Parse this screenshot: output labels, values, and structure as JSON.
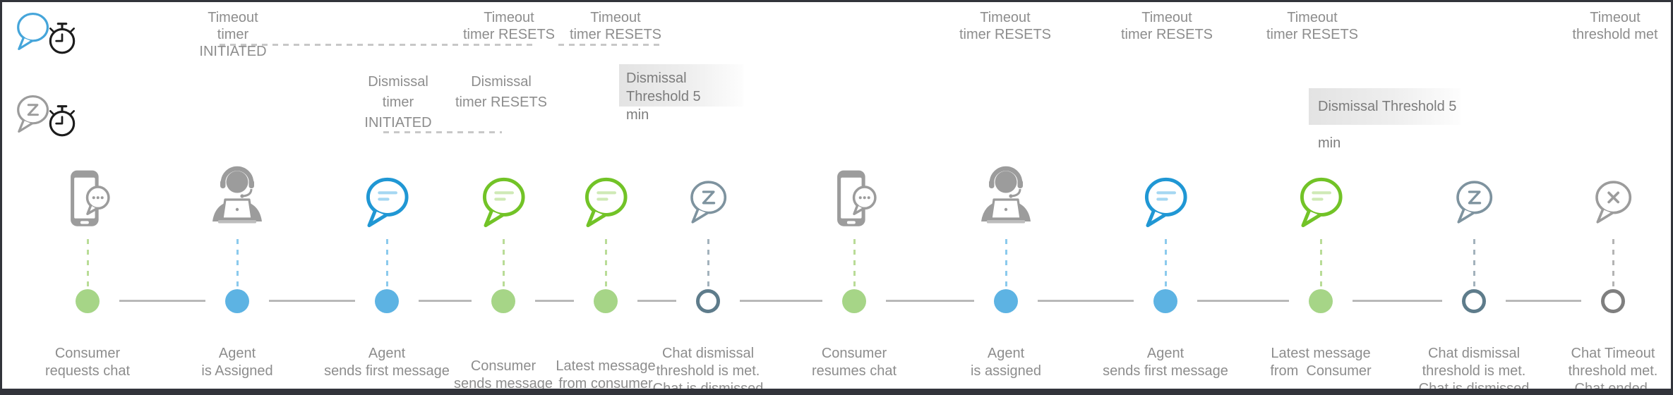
{
  "legend": {
    "timeout_timer_icon": "chat-bubble-with-stopwatch",
    "dismissal_timer_icon": "snooze-bubble-with-stopwatch"
  },
  "timeout_row": {
    "labels": [
      "Timeout\ntimer\nINITIATED",
      "Timeout\ntimer RESETS",
      "Timeout\ntimer RESETS",
      "Timeout\ntimer RESETS",
      "Timeout\ntimer RESETS",
      "Timeout\ntimer RESETS",
      "Timeout\nthreshold met"
    ]
  },
  "dismissal_row": {
    "labels": [
      "Dismissal\ntimer\nINITIATED",
      "Dismissal\ntimer RESETS"
    ],
    "threshold_boxes": [
      "Dismissal Threshold 5\nmin",
      "Dismissal Threshold 5 min"
    ]
  },
  "steps": [
    {
      "label": "Consumer\nrequests chat",
      "icon": "phone-chat-icon",
      "marker": "green-solid"
    },
    {
      "label": "Agent\nis Assigned",
      "icon": "agent-headset-icon",
      "marker": "blue-solid"
    },
    {
      "label": "Agent\nsends first message",
      "icon": "blue-chat-bubble-icon",
      "marker": "blue-solid"
    },
    {
      "label": "Consumer\nsends message",
      "icon": "green-chat-bubble-icon",
      "marker": "green-solid"
    },
    {
      "label": "Latest message\nfrom consumer",
      "icon": "green-chat-bubble-icon",
      "marker": "green-solid"
    },
    {
      "label": "Chat dismissal\nthreshold is met.\nChat is dismissed",
      "icon": "snooze-bubble-icon",
      "marker": "slate-hollow"
    },
    {
      "label": "Consumer\nresumes chat",
      "icon": "phone-chat-icon",
      "marker": "green-solid"
    },
    {
      "label": "Agent\nis assigned",
      "icon": "agent-headset-icon",
      "marker": "blue-solid"
    },
    {
      "label": "Agent\nsends first message",
      "icon": "blue-chat-bubble-icon",
      "marker": "blue-solid"
    },
    {
      "label": "Latest message\nfrom  Consumer",
      "icon": "green-chat-bubble-icon",
      "marker": "green-solid"
    },
    {
      "label": "Chat dismissal\nthreshold is met.\nChat is dismissed",
      "icon": "snooze-bubble-icon",
      "marker": "slate-hollow"
    },
    {
      "label": "Chat Timeout\nthreshold met.\nChat ended.",
      "icon": "close-chat-bubble-icon",
      "marker": "gray-hollow"
    }
  ],
  "colors": {
    "bubble_blue": "#2097d4",
    "bubble_green": "#72c327",
    "bubble_slate": "#7e939f",
    "bubble_gray": "#9c9c9c",
    "dot_blue": "#5db3e3",
    "dot_green": "#a6d587",
    "ring_slate": "#5e7c8b",
    "ring_gray": "#7f7f7f",
    "text": "#8d8d8d",
    "border": "#32343b"
  }
}
